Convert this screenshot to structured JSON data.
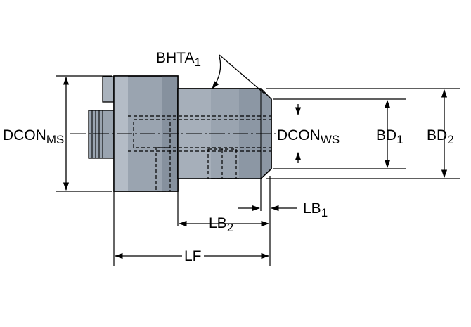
{
  "colors": {
    "body_fill": "#9aa4b0",
    "body_dark": "#6e7a88",
    "body_light": "#c2c9d2",
    "line": "#000000",
    "background": "#ffffff"
  },
  "labels": {
    "bhta": {
      "main": "BHTA",
      "sub": "1"
    },
    "dcon_ms": {
      "main": "DCON",
      "sub": "MS"
    },
    "dcon_ws": {
      "main": "DCON",
      "sub": "WS"
    },
    "bd1": {
      "main": "BD",
      "sub": "1"
    },
    "bd2": {
      "main": "BD",
      "sub": "2"
    },
    "lb1": {
      "main": "LB",
      "sub": "1"
    },
    "lb2": {
      "main": "LB",
      "sub": "2"
    },
    "lf": {
      "main": "LF"
    }
  }
}
